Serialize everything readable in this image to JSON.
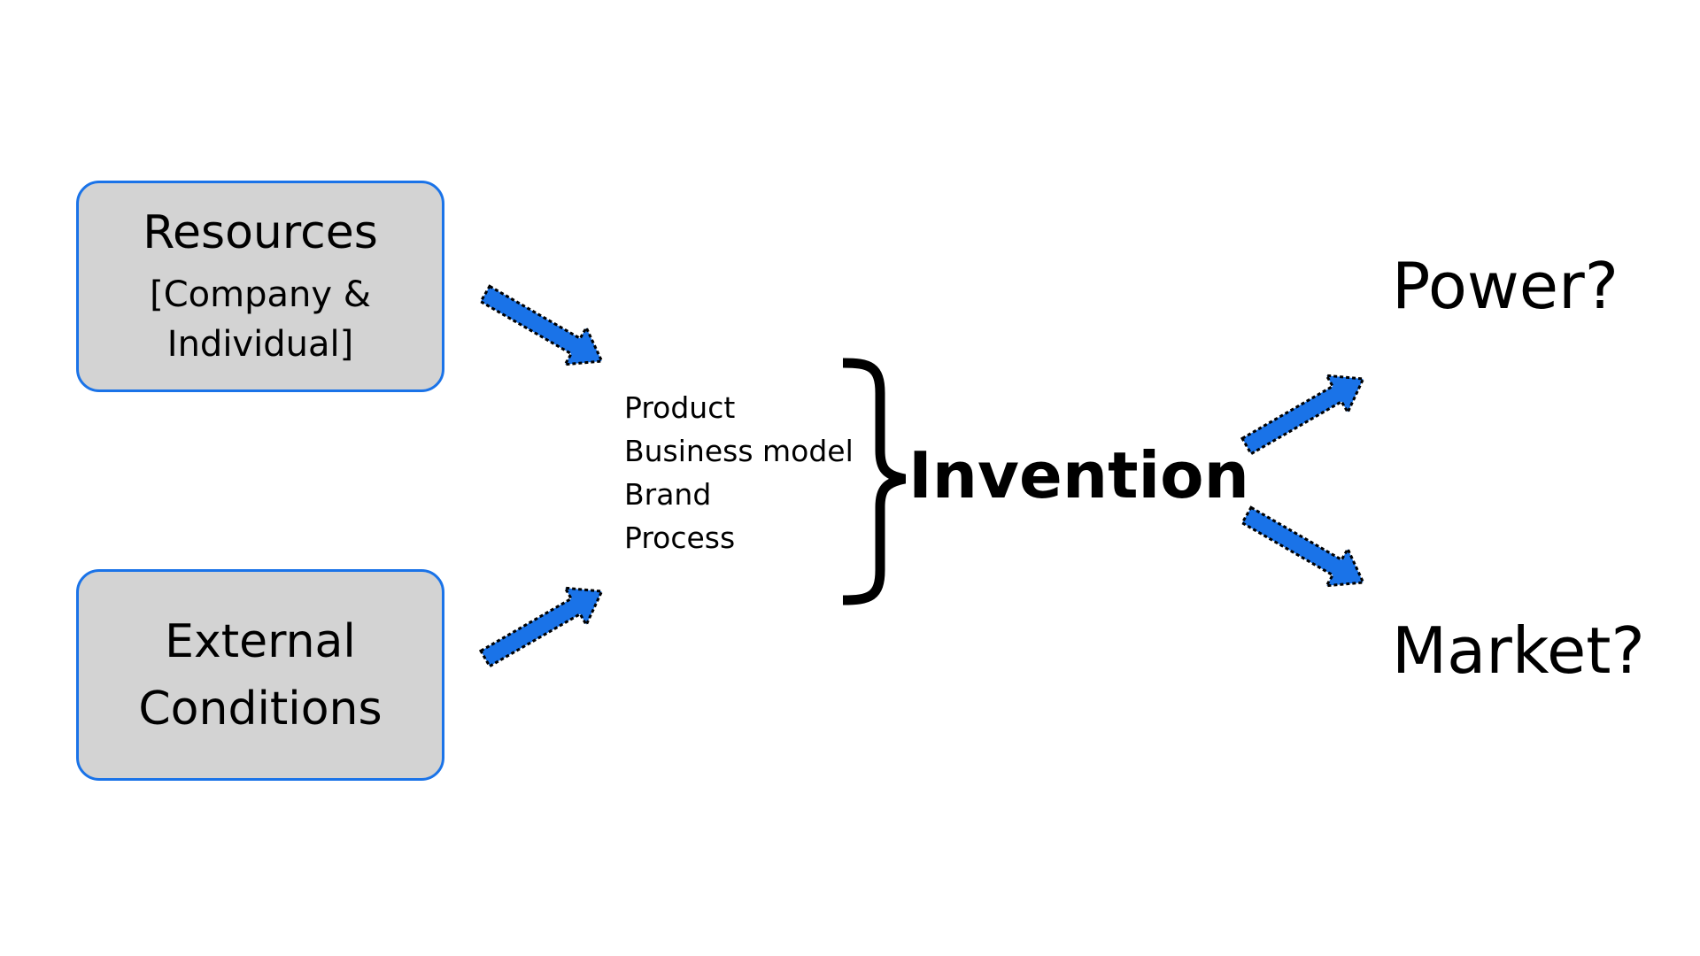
{
  "inputs": {
    "resources": {
      "title": "Resources",
      "subtitle_line1": "[Company &",
      "subtitle_line2": "Individual]"
    },
    "external": {
      "title": "External\nConditions"
    }
  },
  "invention_types": [
    "Product",
    "Business model",
    "Brand",
    "Process"
  ],
  "center_label": "Invention",
  "outcomes": {
    "power": "Power?",
    "market": "Market?"
  },
  "colors": {
    "box_fill": "#d3d3d3",
    "box_border": "#1a73e8",
    "arrow_fill": "#1a73e8",
    "arrow_outline": "#000000"
  },
  "icons": {
    "arrow": "arrow-icon",
    "brace": "right-curly-brace"
  }
}
